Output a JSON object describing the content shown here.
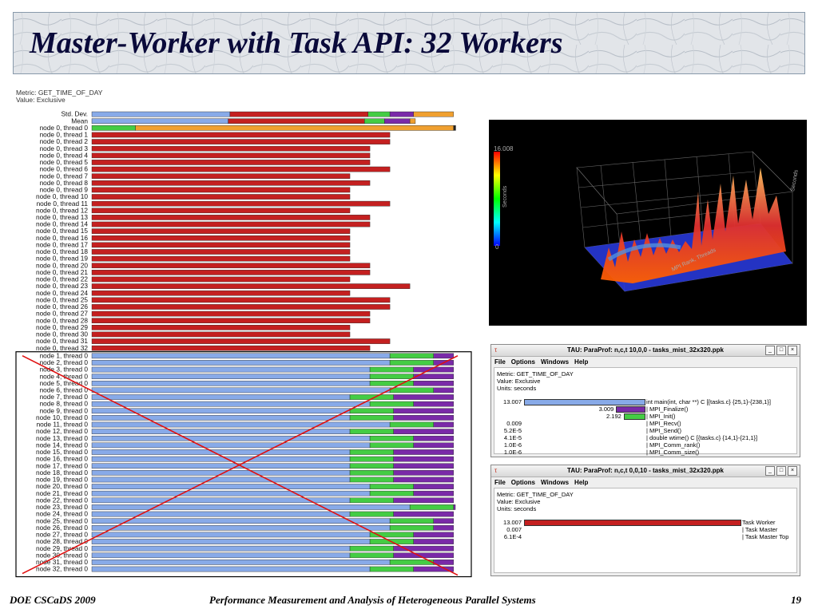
{
  "slide": {
    "title": "Master-Worker with Task API: 32 Workers",
    "footer_left": "DOE CSCaDS 2009",
    "footer_center": "Performance Measurement and Analysis of Heterogeneous Parallel Systems",
    "page_number": "19"
  },
  "main_chart": {
    "metric_line": "Metric: GET_TIME_OF_DAY",
    "value_line": "Value: Exclusive"
  },
  "chart_data": [
    {
      "type": "bar",
      "orientation": "horizontal-stacked",
      "title": "",
      "section": "top",
      "series_colors": [
        "#88aae8",
        "#c42020",
        "#44cc44",
        "#7a2aa8",
        "#f0a030",
        "#222222"
      ],
      "rows": [
        {
          "label": "Std. Dev.",
          "values": [
            0.38,
            0.38,
            0.06,
            0.065,
            0.11
          ]
        },
        {
          "label": "Mean",
          "values": [
            0.375,
            0.375,
            0.055,
            0.07,
            0.015
          ]
        },
        {
          "label": "node 0, thread 0",
          "values": [
            0,
            0,
            0.12,
            0,
            0.875,
            0.006
          ]
        },
        {
          "label": "node 0, thread 1",
          "values": [
            0,
            0.82
          ]
        },
        {
          "label": "node 0, thread 2",
          "values": [
            0,
            0.82
          ]
        },
        {
          "label": "node 0, thread 3",
          "values": [
            0,
            0.765
          ]
        },
        {
          "label": "node 0, thread 4",
          "values": [
            0,
            0.765
          ]
        },
        {
          "label": "node 0, thread 5",
          "values": [
            0,
            0.765
          ]
        },
        {
          "label": "node 0, thread 6",
          "values": [
            0,
            0.82
          ]
        },
        {
          "label": "node 0, thread 7",
          "values": [
            0,
            0.71
          ]
        },
        {
          "label": "node 0, thread 8",
          "values": [
            0,
            0.765
          ]
        },
        {
          "label": "node 0, thread 9",
          "values": [
            0,
            0.71
          ]
        },
        {
          "label": "node 0, thread 10",
          "values": [
            0,
            0.71
          ]
        },
        {
          "label": "node 0, thread 11",
          "values": [
            0,
            0.82
          ]
        },
        {
          "label": "node 0, thread 12",
          "values": [
            0,
            0.71
          ]
        },
        {
          "label": "node 0, thread 13",
          "values": [
            0,
            0.765
          ]
        },
        {
          "label": "node 0, thread 14",
          "values": [
            0,
            0.765
          ]
        },
        {
          "label": "node 0, thread 15",
          "values": [
            0,
            0.71
          ]
        },
        {
          "label": "node 0, thread 16",
          "values": [
            0,
            0.71
          ]
        },
        {
          "label": "node 0, thread 17",
          "values": [
            0,
            0.71
          ]
        },
        {
          "label": "node 0, thread 18",
          "values": [
            0,
            0.71
          ]
        },
        {
          "label": "node 0, thread 19",
          "values": [
            0,
            0.71
          ]
        },
        {
          "label": "node 0, thread 20",
          "values": [
            0,
            0.765
          ]
        },
        {
          "label": "node 0, thread 21",
          "values": [
            0,
            0.765
          ]
        },
        {
          "label": "node 0, thread 22",
          "values": [
            0,
            0.71
          ]
        },
        {
          "label": "node 0, thread 23",
          "values": [
            0,
            0.875
          ]
        },
        {
          "label": "node 0, thread 24",
          "values": [
            0,
            0.71
          ]
        },
        {
          "label": "node 0, thread 25",
          "values": [
            0,
            0.82
          ]
        },
        {
          "label": "node 0, thread 26",
          "values": [
            0,
            0.82
          ]
        },
        {
          "label": "node 0, thread 27",
          "values": [
            0,
            0.765
          ]
        },
        {
          "label": "node 0, thread 28",
          "values": [
            0,
            0.765
          ]
        },
        {
          "label": "node 0, thread 29",
          "values": [
            0,
            0.71
          ]
        },
        {
          "label": "node 0, thread 30",
          "values": [
            0,
            0.71
          ]
        },
        {
          "label": "node 0, thread 31",
          "values": [
            0,
            0.82
          ]
        },
        {
          "label": "node 0, thread 32",
          "values": [
            0,
            0.765
          ]
        }
      ]
    },
    {
      "type": "bar",
      "orientation": "horizontal-stacked",
      "title": "",
      "section": "bottom-crossed-out",
      "series_colors": [
        "#88aae8",
        "#44cc44",
        "#7a2aa8"
      ],
      "rows": [
        {
          "label": "node 1, thread 0",
          "values": [
            0.82,
            0.12,
            0.055
          ]
        },
        {
          "label": "node 2, thread 0",
          "values": [
            0.82,
            0.12,
            0.055
          ]
        },
        {
          "label": "node 3, thread 0",
          "values": [
            0.765,
            0.12,
            0.11
          ]
        },
        {
          "label": "node 4, thread 0",
          "values": [
            0.765,
            0.12,
            0.11
          ]
        },
        {
          "label": "node 5, thread 0",
          "values": [
            0.765,
            0.12,
            0.11
          ]
        },
        {
          "label": "node 6, thread 0",
          "values": [
            0.82,
            0.12,
            0.055
          ]
        },
        {
          "label": "node 7, thread 0",
          "values": [
            0.71,
            0.12,
            0.165
          ]
        },
        {
          "label": "node 8, thread 0",
          "values": [
            0.765,
            0.12,
            0.11
          ]
        },
        {
          "label": "node 9, thread 0",
          "values": [
            0.71,
            0.12,
            0.165
          ]
        },
        {
          "label": "node 10, thread 0",
          "values": [
            0.71,
            0.12,
            0.165
          ]
        },
        {
          "label": "node 11, thread 0",
          "values": [
            0.82,
            0.12,
            0.055
          ]
        },
        {
          "label": "node 12, thread 0",
          "values": [
            0.71,
            0.12,
            0.165
          ]
        },
        {
          "label": "node 13, thread 0",
          "values": [
            0.765,
            0.12,
            0.11
          ]
        },
        {
          "label": "node 14, thread 0",
          "values": [
            0.765,
            0.12,
            0.11
          ]
        },
        {
          "label": "node 15, thread 0",
          "values": [
            0.71,
            0.12,
            0.165
          ]
        },
        {
          "label": "node 16, thread 0",
          "values": [
            0.71,
            0.12,
            0.165
          ]
        },
        {
          "label": "node 17, thread 0",
          "values": [
            0.71,
            0.12,
            0.165
          ]
        },
        {
          "label": "node 18, thread 0",
          "values": [
            0.71,
            0.12,
            0.165
          ]
        },
        {
          "label": "node 19, thread 0",
          "values": [
            0.71,
            0.12,
            0.165
          ]
        },
        {
          "label": "node 20, thread 0",
          "values": [
            0.765,
            0.12,
            0.11
          ]
        },
        {
          "label": "node 21, thread 0",
          "values": [
            0.765,
            0.12,
            0.11
          ]
        },
        {
          "label": "node 22, thread 0",
          "values": [
            0.71,
            0.12,
            0.165
          ]
        },
        {
          "label": "node 23, thread 0",
          "values": [
            0.875,
            0.12,
            0.005
          ]
        },
        {
          "label": "node 24, thread 0",
          "values": [
            0.71,
            0.12,
            0.165
          ]
        },
        {
          "label": "node 25, thread 0",
          "values": [
            0.82,
            0.12,
            0.055
          ]
        },
        {
          "label": "node 26, thread 0",
          "values": [
            0.82,
            0.12,
            0.055
          ]
        },
        {
          "label": "node 27, thread 0",
          "values": [
            0.765,
            0.12,
            0.11
          ]
        },
        {
          "label": "node 28, thread 0",
          "values": [
            0.765,
            0.12,
            0.11
          ]
        },
        {
          "label": "node 29, thread 0",
          "values": [
            0.71,
            0.12,
            0.165
          ]
        },
        {
          "label": "node 30, thread 0",
          "values": [
            0.71,
            0.12,
            0.165
          ]
        },
        {
          "label": "node 31, thread 0",
          "values": [
            0.82,
            0.12,
            0.055
          ]
        },
        {
          "label": "node 32, thread 0",
          "values": [
            0.765,
            0.12,
            0.11
          ]
        }
      ]
    }
  ],
  "plot3d": {
    "legend_max": "16.008",
    "legend_min": "0",
    "legend_unit": "Seconds",
    "axis_label": "MPI Rank, Threads",
    "z_label": "Seconds"
  },
  "window1": {
    "title": "TAU: ParaProf: n,c,t 10,0,0 - tasks_mist_32x320.ppk",
    "menu": [
      "File",
      "Options",
      "Windows",
      "Help"
    ],
    "metric": "Metric: GET_TIME_OF_DAY",
    "value": "Value: Exclusive",
    "units": "Units: seconds",
    "rows": [
      {
        "value": "13.007",
        "label": "int main(int, char **) C [{tasks.c} {25,1}-{238,1}]",
        "fraction": 1.0,
        "color": "#88aae8"
      },
      {
        "value": "3.009",
        "label": "MPI_Finalize()",
        "fraction": 0.231,
        "color": "#7a2aa8"
      },
      {
        "value": "2.192",
        "label": "MPI_Init()",
        "fraction": 0.168,
        "color": "#44cc44"
      },
      {
        "value": "0.009",
        "label": "MPI_Recv()",
        "fraction": 0,
        "color": "#888888"
      },
      {
        "value": "5.2E-5",
        "label": "MPI_Send()",
        "fraction": 0,
        "color": "#888888"
      },
      {
        "value": "4.1E-5",
        "label": "double wtime() C [{tasks.c} {14,1}-{21,1}]",
        "fraction": 0,
        "color": "#888888"
      },
      {
        "value": "1.0E-6",
        "label": "MPI_Comm_rank()",
        "fraction": 0,
        "color": "#888888"
      },
      {
        "value": "1.0E-6",
        "label": "MPI_Comm_size()",
        "fraction": 0,
        "color": "#888888"
      }
    ]
  },
  "window2": {
    "title": "TAU: ParaProf: n,c,t 0,0,10 - tasks_mist_32x320.ppk",
    "menu": [
      "File",
      "Options",
      "Windows",
      "Help"
    ],
    "metric": "Metric: GET_TIME_OF_DAY",
    "value": "Value: Exclusive",
    "units": "Units: seconds",
    "rows": [
      {
        "value": "13.007",
        "label": "Task Worker",
        "fraction": 1.0,
        "color": "#c42020"
      },
      {
        "value": "0.007",
        "label": "Task Master",
        "fraction": 0,
        "color": "#888888"
      },
      {
        "value": "6.1E-4",
        "label": "Task Master Top",
        "fraction": 0,
        "color": "#888888"
      }
    ]
  }
}
